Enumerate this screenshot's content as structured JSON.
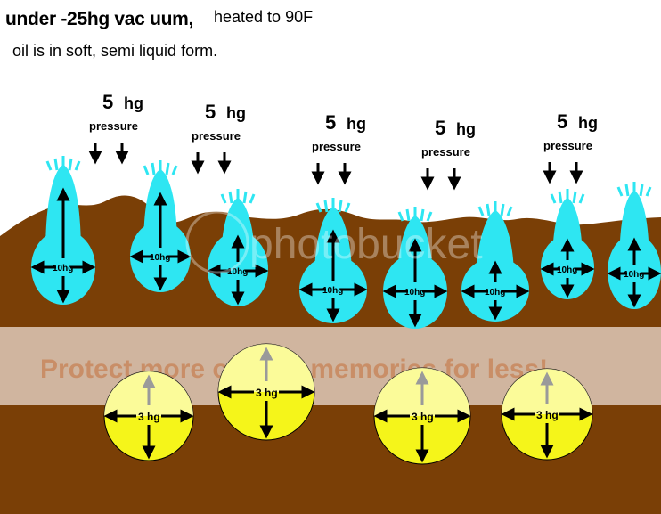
{
  "captions": {
    "line1": "under -25hg vac uum,",
    "line2": "heated to 90F",
    "line3": "oil is in soft, semi liquid form."
  },
  "pressure_labels": [
    {
      "value": "5",
      "unit": "hg",
      "word": "pressure"
    },
    {
      "value": "5",
      "unit": "hg",
      "word": "pressure"
    },
    {
      "value": "5",
      "unit": "hg",
      "word": "pressure"
    },
    {
      "value": "5",
      "unit": "hg",
      "word": "pressure"
    },
    {
      "value": "5",
      "unit": "hg",
      "word": "pressure"
    }
  ],
  "oil_bubbles": [
    {
      "label": "10hg"
    },
    {
      "label": "10hg"
    },
    {
      "label": "10hg"
    },
    {
      "label": "10hg"
    },
    {
      "label": "10hg"
    },
    {
      "label": "10hg"
    },
    {
      "label": "10hg"
    },
    {
      "label": "10hg"
    }
  ],
  "gas_bubbles": [
    {
      "label": "3 hg"
    },
    {
      "label": "3 hg"
    },
    {
      "label": "3 hg"
    },
    {
      "label": "3 hg"
    }
  ],
  "watermark": {
    "logo": "photobucket",
    "banner": "Protect more of your memories for less!"
  },
  "colors": {
    "soil": "#7a3f06",
    "oil": "#2ee6f2",
    "gas": "#f5f51a",
    "gas_light": "#fbfbb0",
    "watermark_band": "#e8d6cb",
    "watermark_text": "#c98e67"
  }
}
